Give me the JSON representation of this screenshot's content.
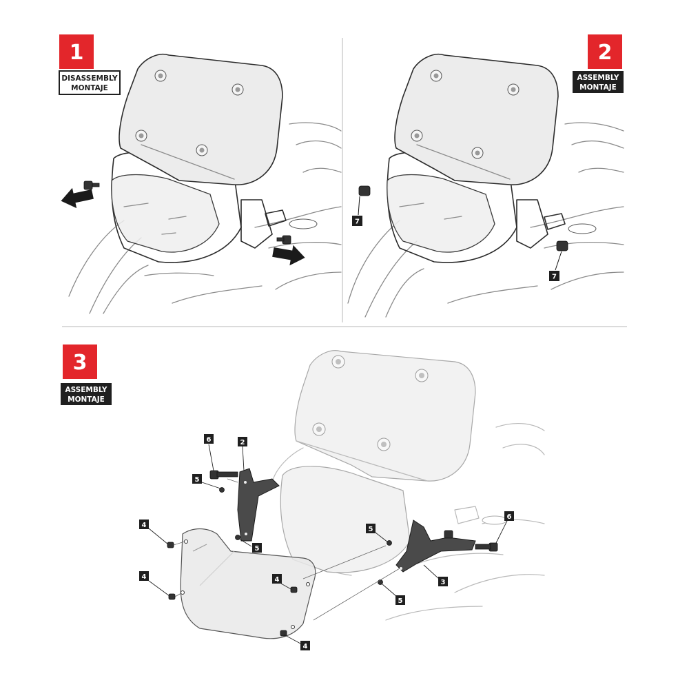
{
  "steps": [
    {
      "number": "1",
      "label_line1": "DISASSEMBLY",
      "label_line2": "MONTAJE"
    },
    {
      "number": "2",
      "label_line1": "ASSEMBLY",
      "label_line2": "MONTAJE"
    },
    {
      "number": "3",
      "label_line1": "ASSEMBLY",
      "label_line2": "MONTAJE"
    }
  ],
  "callouts": {
    "panel2_left": "7",
    "panel2_right": "7",
    "panel3_bolt_top": "6",
    "panel3_bracket_left": "2",
    "panel3_washer_top": "5",
    "panel3_washer_bracket": "5",
    "panel3_screw_left_top": "4",
    "panel3_screw_left_bottom": "4",
    "panel3_screw_mid": "4",
    "panel3_screw_bottom": "4",
    "panel3_washer_right_top": "5",
    "panel3_washer_right_bottom": "5",
    "panel3_bracket_right": "3",
    "panel3_bolt_right": "6"
  },
  "colors": {
    "accent": "#e3262b",
    "label_dark": "#1f1f1f"
  },
  "icons": [
    "arrow-left-icon",
    "arrow-right-icon"
  ]
}
